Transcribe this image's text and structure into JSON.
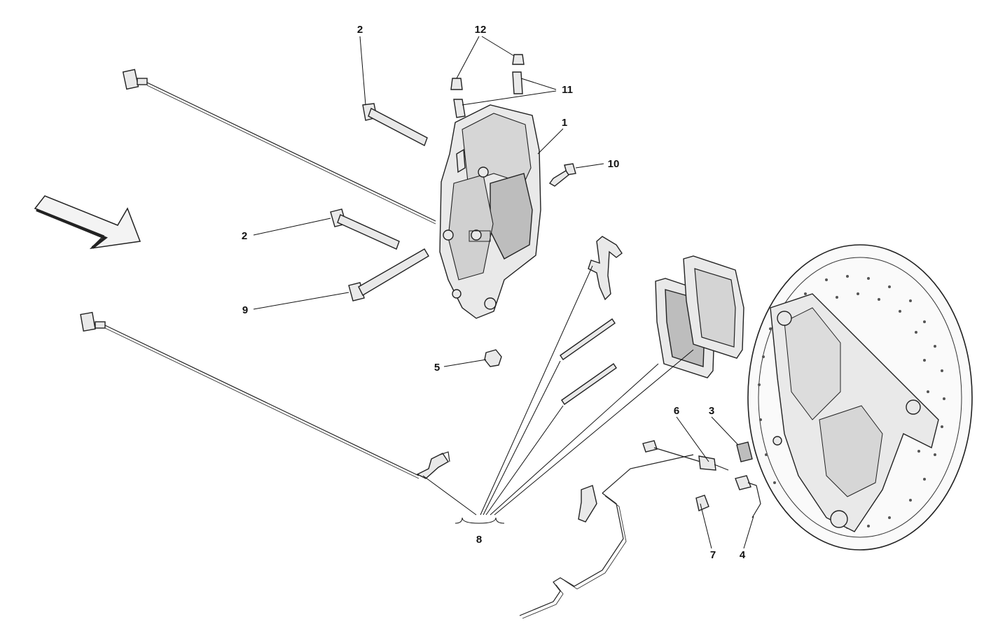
{
  "callouts": [
    {
      "id": "1",
      "text": "1"
    },
    {
      "id": "2a",
      "text": "2"
    },
    {
      "id": "2b",
      "text": "2"
    },
    {
      "id": "3",
      "text": "3"
    },
    {
      "id": "4",
      "text": "4"
    },
    {
      "id": "5",
      "text": "5"
    },
    {
      "id": "6",
      "text": "6"
    },
    {
      "id": "7",
      "text": "7"
    },
    {
      "id": "8",
      "text": "8"
    },
    {
      "id": "9",
      "text": "9"
    },
    {
      "id": "10",
      "text": "10"
    },
    {
      "id": "11",
      "text": "11"
    },
    {
      "id": "12",
      "text": "12"
    }
  ],
  "colors": {
    "line": "#222222",
    "part_fill": "#e9e9e9",
    "part_dark": "#bdbdbd",
    "background": "#ffffff"
  },
  "icons": {
    "direction": "forward-arrow-icon"
  }
}
